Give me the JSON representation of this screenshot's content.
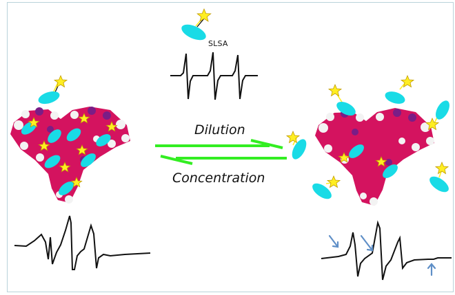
{
  "labels": {
    "probe": "SLSA",
    "forward_process": "Dilution",
    "reverse_process": "Concentration"
  },
  "colors": {
    "protein": "#d4135f",
    "protein_dark": "#7a1d86",
    "protein_light": "#f3f3f3",
    "ellipse": "#19dbe6",
    "star": "#ffee22",
    "arrow": "#33ee22",
    "spectrum": "#111111",
    "pointer": "#5f8fc7"
  },
  "icons": {
    "protein": "protein-molecule-icon",
    "probe": "spin-label-icon",
    "spectrum": "epr-spectrum-icon",
    "pointer": "blue-pointer-arrow-icon"
  }
}
